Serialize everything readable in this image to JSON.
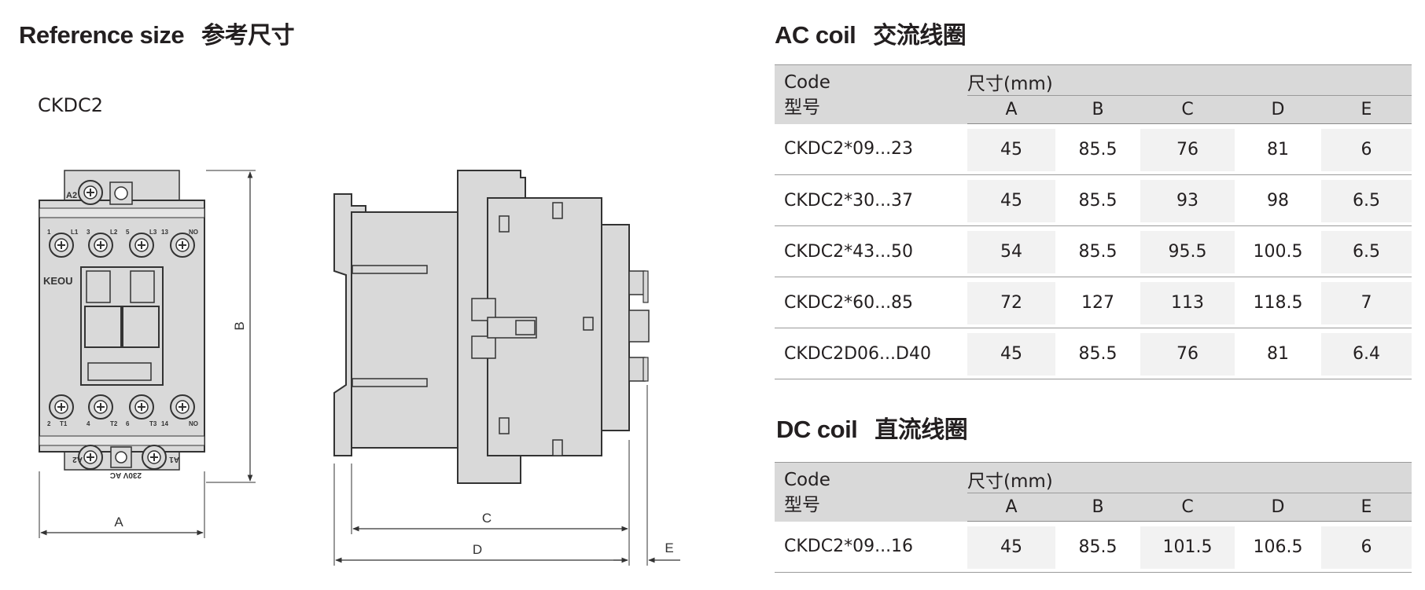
{
  "reference": {
    "title": "Reference size",
    "title_cn": "参考尺寸",
    "model": "CKDC2"
  },
  "drawing": {
    "dims": [
      "A",
      "B",
      "C",
      "D",
      "E"
    ],
    "terminals_top": [
      "1",
      "L1",
      "3",
      "L2",
      "5",
      "L3",
      "13",
      "NO"
    ],
    "terminals_bottom": [
      "2",
      "T1",
      "4",
      "T2",
      "6",
      "T3",
      "14",
      "NO"
    ],
    "coil_top": "A2",
    "coil_bottom_left": "A2",
    "coil_bottom_right": "A1",
    "coil_voltage": "230V AC",
    "brand": "KEOU"
  },
  "ac_coil": {
    "title": "AC coil",
    "title_cn": "交流线圈",
    "code_label": "Code",
    "code_label_cn": "型号",
    "dim_label": "尺寸(mm)",
    "columns": [
      "A",
      "B",
      "C",
      "D",
      "E"
    ],
    "rows": [
      {
        "code": "CKDC2*09...23",
        "values": [
          "45",
          "85.5",
          "76",
          "81",
          "6"
        ]
      },
      {
        "code": "CKDC2*30...37",
        "values": [
          "45",
          "85.5",
          "93",
          "98",
          "6.5"
        ]
      },
      {
        "code": "CKDC2*43...50",
        "values": [
          "54",
          "85.5",
          "95.5",
          "100.5",
          "6.5"
        ]
      },
      {
        "code": "CKDC2*60...85",
        "values": [
          "72",
          "127",
          "113",
          "118.5",
          "7"
        ]
      },
      {
        "code": "CKDC2D06...D40",
        "values": [
          "45",
          "85.5",
          "76",
          "81",
          "6.4"
        ]
      }
    ]
  },
  "dc_coil": {
    "title": "DC coil",
    "title_cn": "直流线圈",
    "code_label": "Code",
    "code_label_cn": "型号",
    "dim_label": "尺寸(mm)",
    "columns": [
      "A",
      "B",
      "C",
      "D",
      "E"
    ],
    "rows": [
      {
        "code": "CKDC2*09...16",
        "values": [
          "45",
          "85.5",
          "101.5",
          "106.5",
          "6"
        ]
      }
    ]
  }
}
